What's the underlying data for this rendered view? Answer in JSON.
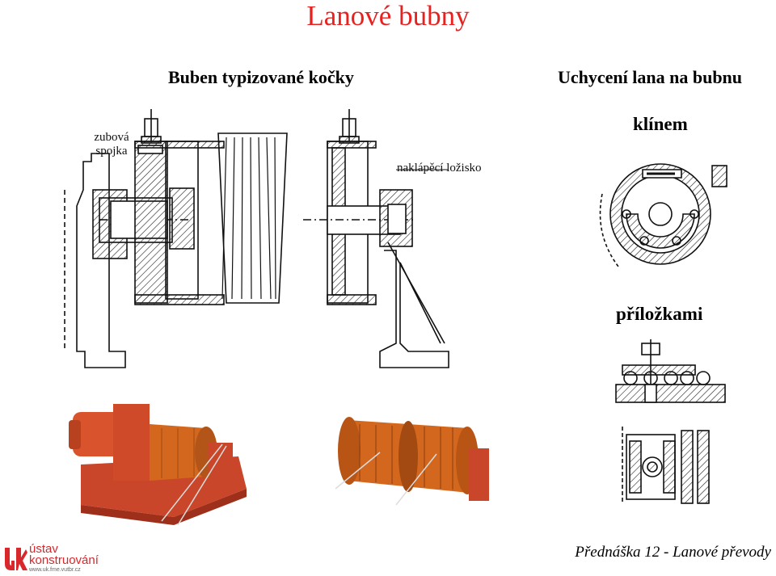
{
  "title": "Lanové bubny",
  "headers": {
    "left": "Buben typizované kočky",
    "right": "Uchycení lana na bubnu"
  },
  "labels": {
    "coupling": "zubová\nspojka",
    "bearing": "naklápěcí ložisko",
    "wedge": "klínem",
    "plates": "příložkami"
  },
  "footer": "Přednáška 12 - Lanové převody",
  "logo": {
    "line1": "ústav",
    "line2": "konstruování",
    "url": "www.uk.fme.vutbr.cz"
  },
  "colors": {
    "title": "#e8211f",
    "logo": "#d8282c",
    "drum_orange": "#d4671e",
    "frame_red": "#c9462a"
  }
}
